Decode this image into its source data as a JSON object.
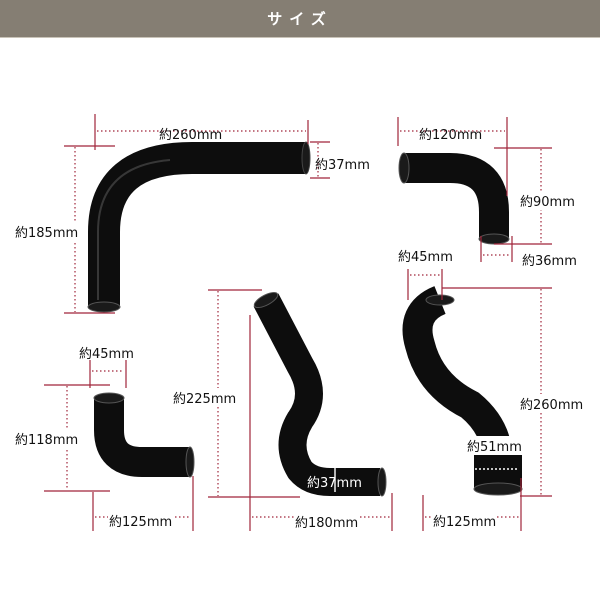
{
  "header": {
    "title": "サイズ"
  },
  "colors": {
    "header_bg": "#857e73",
    "dimension_line": "#a0253a",
    "hose": "#0d0d0d"
  },
  "dimensions": {
    "hose1_width": "約260mm",
    "hose1_diameter": "約37mm",
    "hose1_height": "約185mm",
    "hose2_width": "約120mm",
    "hose2_height": "約90mm",
    "hose2_diameter": "約36mm",
    "hose3_top": "約45mm",
    "hose3_height": "約118mm",
    "hose3_width": "約125mm",
    "hose4_height": "約225mm",
    "hose4_diameter": "約37mm",
    "hose4_width": "約180mm",
    "hose5_top": "約45mm",
    "hose5_height": "約260mm",
    "hose5_diameter": "約51mm",
    "hose5_width": "約125mm"
  }
}
